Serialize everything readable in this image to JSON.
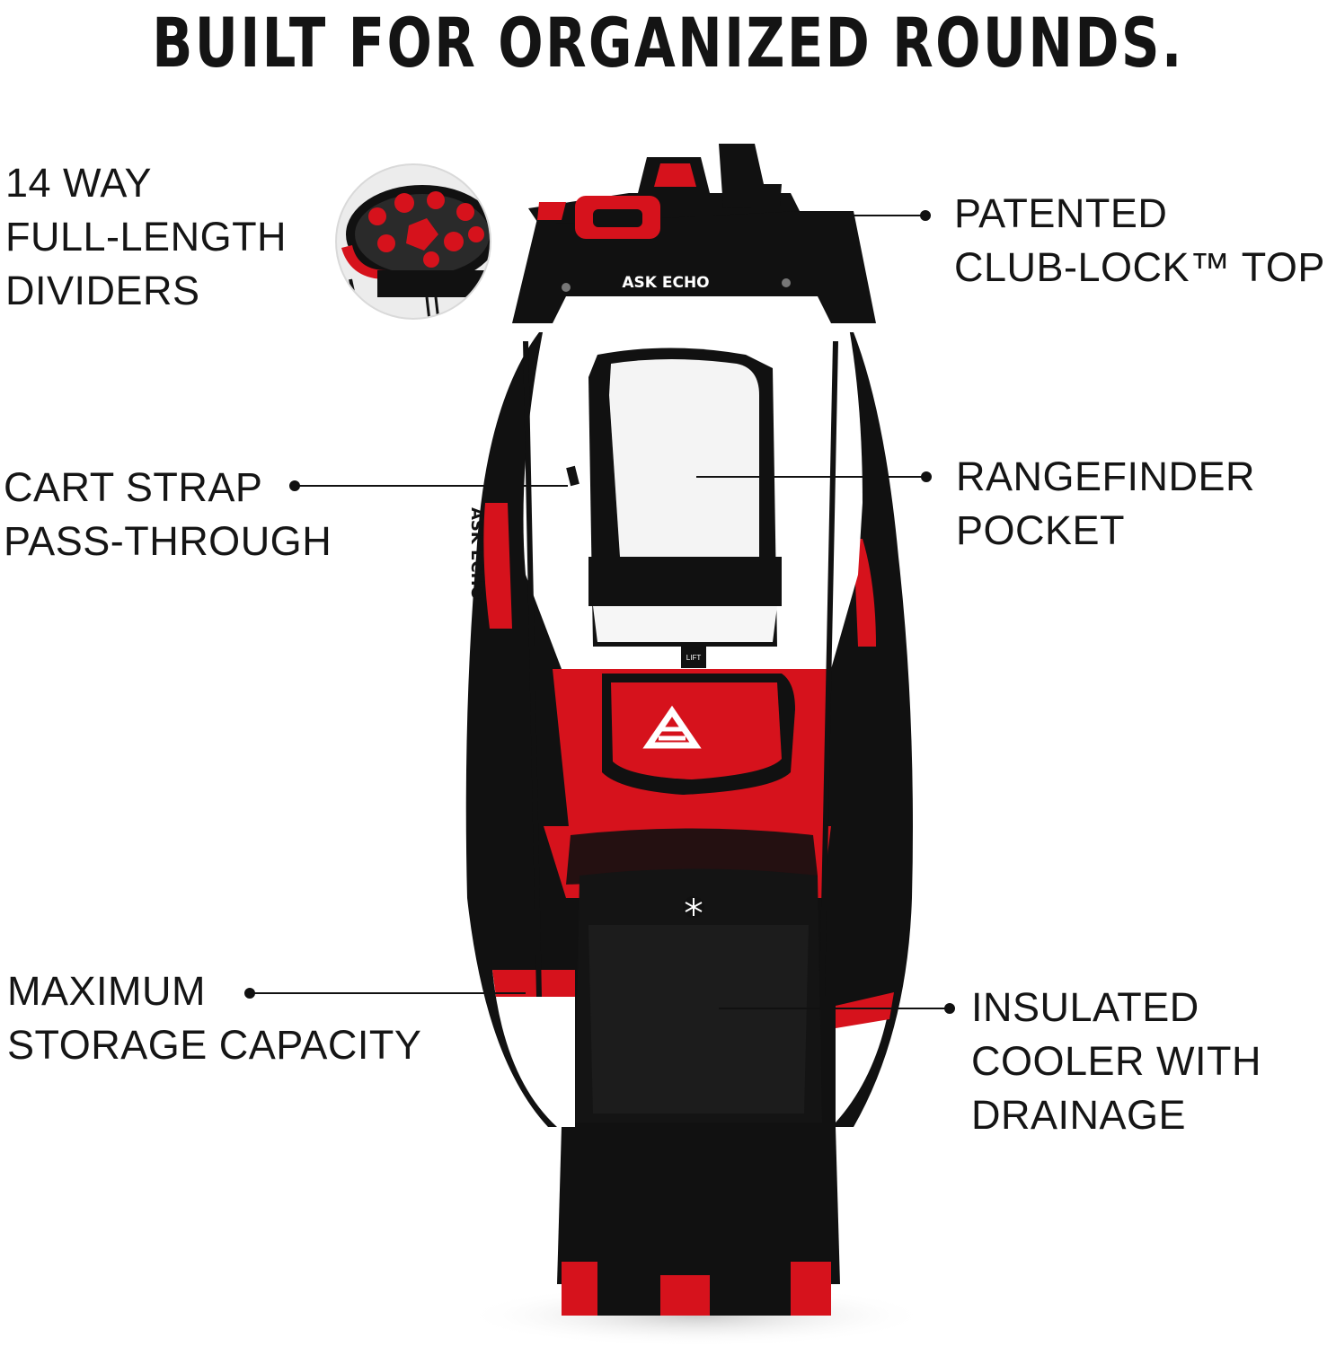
{
  "headline": "BUILT FOR ORGANIZED ROUNDS.",
  "callouts": {
    "dividers": "14 WAY\nFULL-LENGTH\nDIVIDERS",
    "club_lock": "PATENTED\nCLUB-LOCK™ TOP",
    "cart_strap": "CART STRAP\nPASS-THROUGH",
    "rangefinder": "RANGEFINDER\nPOCKET",
    "storage": "MAXIMUM\nSTORAGE CAPACITY",
    "cooler": "INSULATED\nCOOLER WITH\nDRAINAGE"
  },
  "product": {
    "brand_top": "ASK ECHO",
    "side_brand": "ASK ECHO",
    "lift_tag": "LIFT",
    "cooler_icon": "snowflake-icon"
  },
  "colors": {
    "red": "#d6121c",
    "black": "#111111",
    "white": "#ffffff"
  }
}
